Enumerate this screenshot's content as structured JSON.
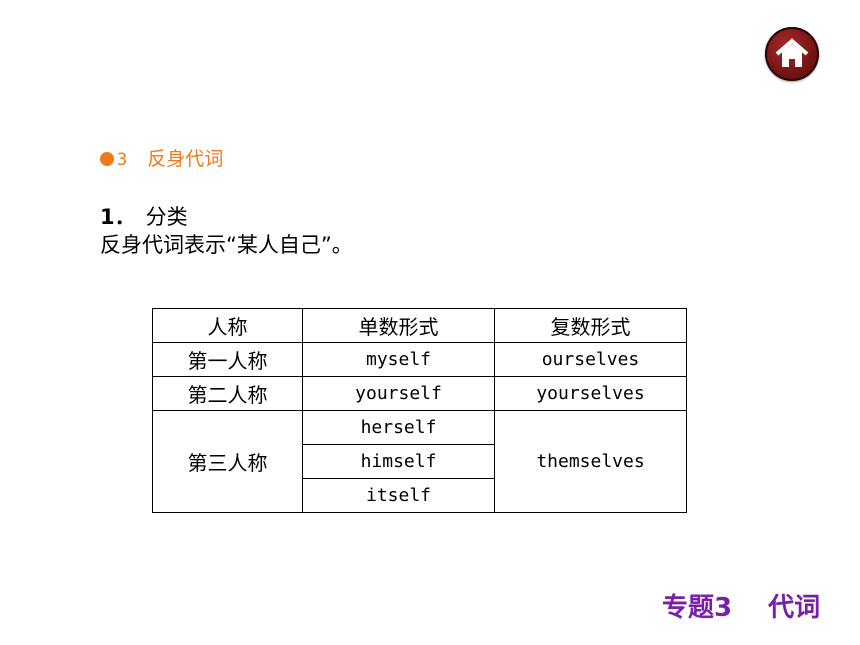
{
  "section": {
    "number": "3",
    "title": "反身代词"
  },
  "subsection": {
    "number": "1．",
    "title": "分类"
  },
  "description": "反身代词表示“某人自己”。",
  "table": {
    "headers": [
      "人称",
      "单数形式",
      "复数形式"
    ],
    "rows": {
      "first": {
        "person": "第一人称",
        "singular": "myself",
        "plural": "ourselves"
      },
      "second": {
        "person": "第二人称",
        "singular": "yourself",
        "plural": "yourselves"
      },
      "third": {
        "person": "第三人称",
        "singular": [
          "herself",
          "himself",
          "itself"
        ],
        "plural": "themselves"
      }
    }
  },
  "footer": {
    "topic": "专题3",
    "title": "代词"
  },
  "icons": {
    "home": "home-icon"
  },
  "colors": {
    "section": "#f07a1c",
    "footer": "#7a1fa8",
    "home_button": "#7a1515"
  }
}
